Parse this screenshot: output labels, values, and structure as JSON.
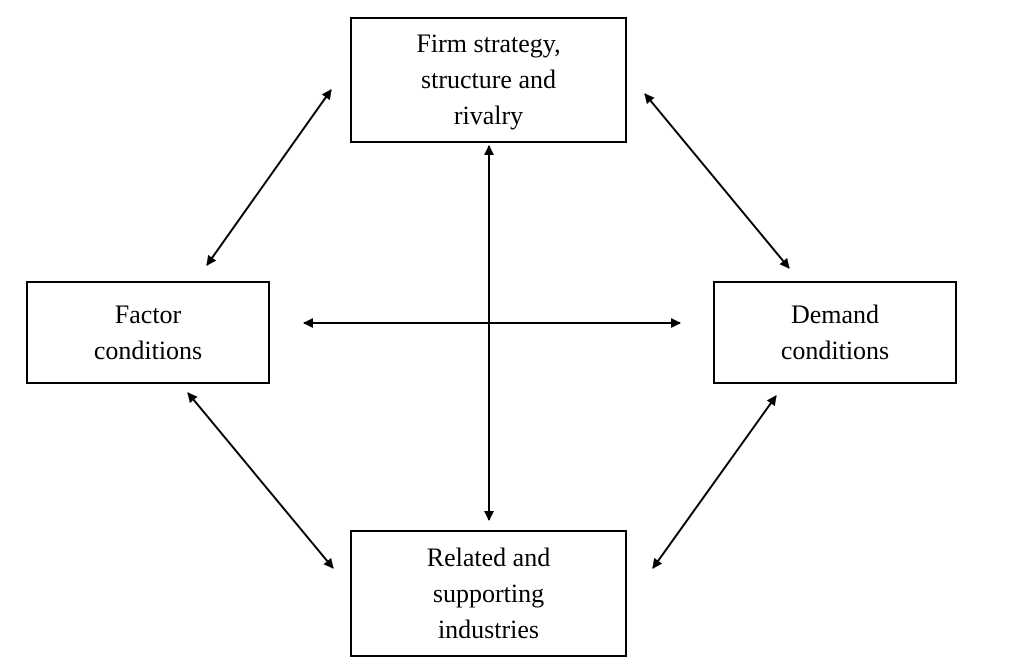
{
  "diagram": {
    "nodes": [
      {
        "id": "firm",
        "label": "Firm strategy,\nstructure and\nrivalry"
      },
      {
        "id": "factor",
        "label": "Factor\nconditions"
      },
      {
        "id": "demand",
        "label": "Demand\nconditions"
      },
      {
        "id": "related",
        "label": "Related and\nsupporting\nindustries"
      }
    ],
    "edges": [
      {
        "from": "firm",
        "to": "factor",
        "direction": "both"
      },
      {
        "from": "firm",
        "to": "demand",
        "direction": "both"
      },
      {
        "from": "factor",
        "to": "related",
        "direction": "both"
      },
      {
        "from": "demand",
        "to": "related",
        "direction": "both"
      },
      {
        "from": "firm",
        "to": "related",
        "direction": "both"
      },
      {
        "from": "factor",
        "to": "demand",
        "direction": "both"
      }
    ],
    "line_color": "#000000"
  }
}
